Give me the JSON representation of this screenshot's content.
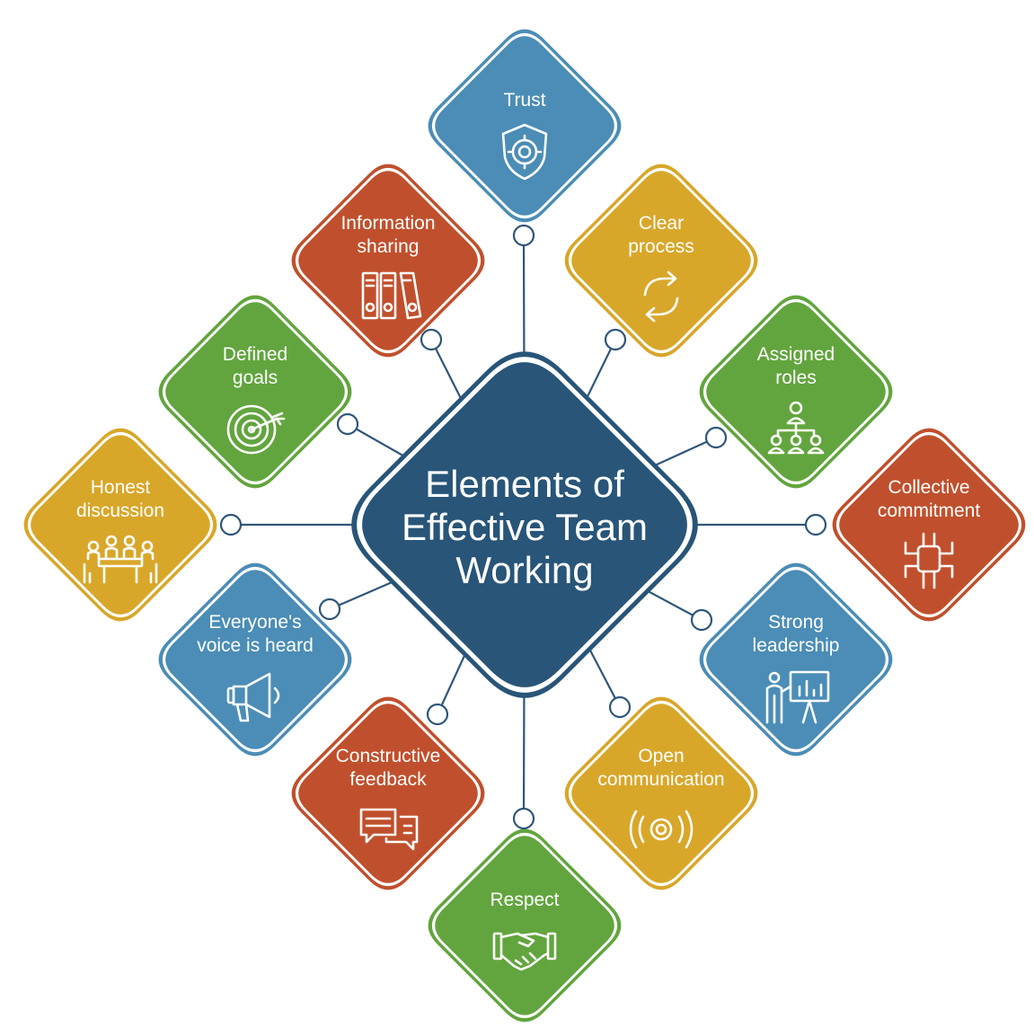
{
  "center": {
    "title_lines": [
      "Elements of",
      "Effective Team",
      "Working"
    ],
    "color": "#285578"
  },
  "colors": {
    "blue": "#4b8db6",
    "red": "#c0502d",
    "yellow": "#d8a72a",
    "green": "#62a53e",
    "connector": "#2f5678"
  },
  "elements": [
    {
      "id": "trust",
      "lines": [
        "Trust"
      ],
      "color": "blue",
      "icon": "shield-icon"
    },
    {
      "id": "clear-process",
      "lines": [
        "Clear",
        "process"
      ],
      "color": "yellow",
      "icon": "refresh-arrows-icon"
    },
    {
      "id": "assigned-roles",
      "lines": [
        "Assigned",
        "roles"
      ],
      "color": "green",
      "icon": "org-chart-people-icon"
    },
    {
      "id": "collective-commitment",
      "lines": [
        "Collective",
        "commitment"
      ],
      "color": "red",
      "icon": "joined-hands-icon"
    },
    {
      "id": "strong-leadership",
      "lines": [
        "Strong",
        "leadership"
      ],
      "color": "blue",
      "icon": "presenter-board-icon"
    },
    {
      "id": "open-communication",
      "lines": [
        "Open",
        "communication"
      ],
      "color": "yellow",
      "icon": "broadcast-signal-icon"
    },
    {
      "id": "respect",
      "lines": [
        "Respect"
      ],
      "color": "green",
      "icon": "handshake-icon"
    },
    {
      "id": "constructive-feedback",
      "lines": [
        "Constructive",
        "feedback"
      ],
      "color": "red",
      "icon": "speech-bubbles-icon"
    },
    {
      "id": "everyones-voice-is-heard",
      "lines": [
        "Everyone's",
        "voice is heard"
      ],
      "color": "blue",
      "icon": "megaphone-icon"
    },
    {
      "id": "honest-discussion",
      "lines": [
        "Honest",
        "discussion"
      ],
      "color": "yellow",
      "icon": "meeting-table-icon"
    },
    {
      "id": "defined-goals",
      "lines": [
        "Defined",
        "goals"
      ],
      "color": "green",
      "icon": "target-icon"
    },
    {
      "id": "information-sharing",
      "lines": [
        "Information",
        "sharing"
      ],
      "color": "red",
      "icon": "binders-icon"
    }
  ]
}
